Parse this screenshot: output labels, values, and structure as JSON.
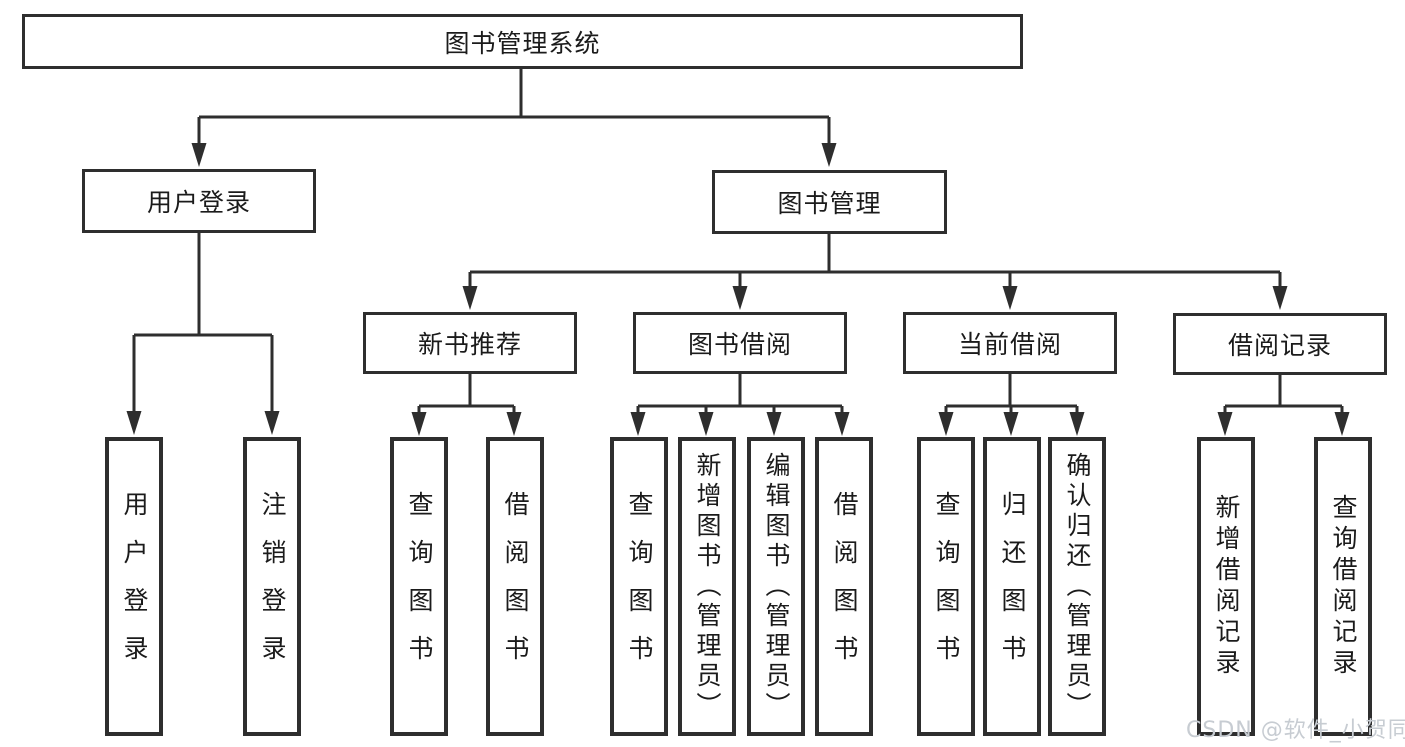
{
  "hierarchy": {
    "root": {
      "label": "图书管理系统"
    },
    "children": [
      {
        "label": "用户登录",
        "children": [
          {
            "label": "用户登录"
          },
          {
            "label": "注销登录"
          }
        ]
      },
      {
        "label": "图书管理",
        "children": [
          {
            "label": "新书推荐",
            "children": [
              {
                "label": "查询图书"
              },
              {
                "label": "借阅图书"
              }
            ]
          },
          {
            "label": "图书借阅",
            "children": [
              {
                "label": "查询图书"
              },
              {
                "label": "新增图书（管理员）"
              },
              {
                "label": "编辑图书（管理员）"
              },
              {
                "label": "借阅图书"
              }
            ]
          },
          {
            "label": "当前借阅",
            "children": [
              {
                "label": "查询图书"
              },
              {
                "label": "归还图书"
              },
              {
                "label": "确认归还（管理员）"
              }
            ]
          },
          {
            "label": "借阅记录",
            "children": [
              {
                "label": "新增借阅记录"
              },
              {
                "label": "查询借阅记录"
              }
            ]
          }
        ]
      }
    ]
  },
  "watermark": "CSDN @软件_小贺同学",
  "colors": {
    "line": "#2e2e2e",
    "text": "#1b1b1b",
    "watermark": "#c7ccd2",
    "background": "#ffffff"
  }
}
